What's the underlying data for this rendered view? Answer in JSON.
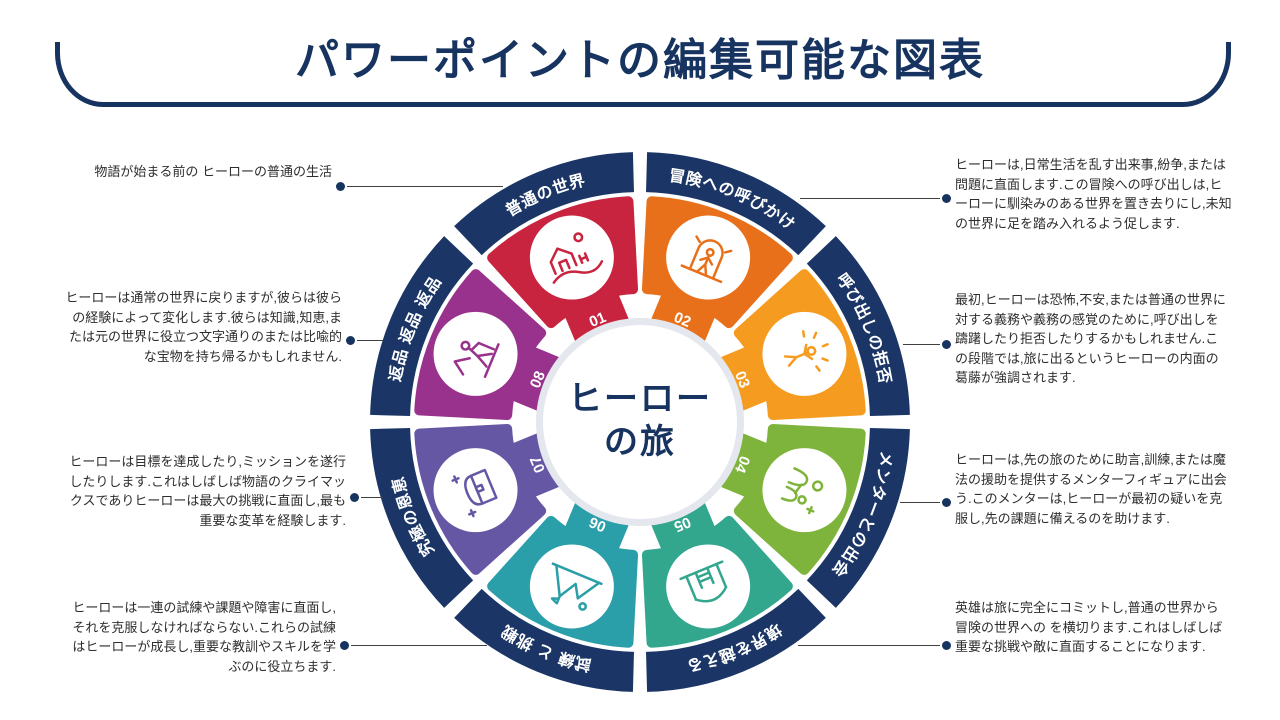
{
  "title": "パワーポイントの編集可能な図表",
  "center": {
    "line1": "ヒーロー",
    "line2": "の旅"
  },
  "colors": {
    "navy": "#1b3666",
    "title": "#17335f",
    "text": "#2d2d2d",
    "background": "#ffffff"
  },
  "segments": [
    {
      "id": "01",
      "label": "普通の世界",
      "color": "#c9243f",
      "icon": "village-icon"
    },
    {
      "id": "02",
      "label": "冒険への呼びかけ",
      "color": "#e8701a",
      "icon": "doorway-icon"
    },
    {
      "id": "03",
      "label": "呼び出しの拒否",
      "color": "#f59b20",
      "icon": "radiant-figure-icon"
    },
    {
      "id": "04",
      "label": "メンターとの出会",
      "color": "#7fb43c",
      "icon": "mentor-icon"
    },
    {
      "id": "05",
      "label": "境界を越える",
      "color": "#33a68e",
      "icon": "gateway-icon"
    },
    {
      "id": "06",
      "label": "試練 と 挑戦",
      "color": "#2b9fa9",
      "icon": "mountains-icon"
    },
    {
      "id": "07",
      "label": "究極の恩恵",
      "color": "#6657a5",
      "icon": "treasure-icon"
    },
    {
      "id": "08",
      "label": "返品 返品 返品",
      "color": "#99328c",
      "icon": "hiker-icon"
    }
  ],
  "callouts": [
    {
      "segment": "01",
      "text": "物語が始まる前の ヒーローの普通の生活"
    },
    {
      "segment": "02",
      "text": "ヒーローは,日常生活を乱す出来事,紛争,または問題に直面します.この冒険への呼び出しは,ヒーローに馴染みのある世界を置き去りにし,未知の世界に足を踏み入れるよう促します."
    },
    {
      "segment": "03",
      "text": "最初,ヒーローは恐怖,不安,または普通の世界に対する義務や義務の感覚のために,呼び出しを躊躇したり拒否したりするかもしれません.この段階では,旅に出るというヒーローの内面の葛藤が強調されます."
    },
    {
      "segment": "04",
      "text": "ヒーローは,先の旅のために助言,訓練,または魔法の援助を提供するメンターフィギュアに出会う.このメンターは,ヒーローが最初の疑いを克服し,先の課題に備えるのを助けます."
    },
    {
      "segment": "05",
      "text": "英雄は旅に完全にコミットし,普通の世界から冒険の世界への を横切ります.これはしばしば重要な挑戦や敵に直面することになります."
    },
    {
      "segment": "06",
      "text": "ヒーローは一連の試練や課題や障害に直面し,それを克服しなければならない.これらの試練はヒーローが成長し,重要な教訓やスキルを学ぶのに役立ちます."
    },
    {
      "segment": "07",
      "text": "ヒーローは目標を達成したり,ミッションを遂行したりします.これはしばしば物語のクライマックスでありヒーローは最大の挑戦に直面し,最も重要な変革を経験します."
    },
    {
      "segment": "08",
      "text": "ヒーローは通常の世界に戻りますが,彼らは彼らの経験によって変化します.彼らは知識,知恵,または元の世界に役立つ文字通りのまたは比喩的な宝物を持ち帰るかもしれません."
    }
  ]
}
